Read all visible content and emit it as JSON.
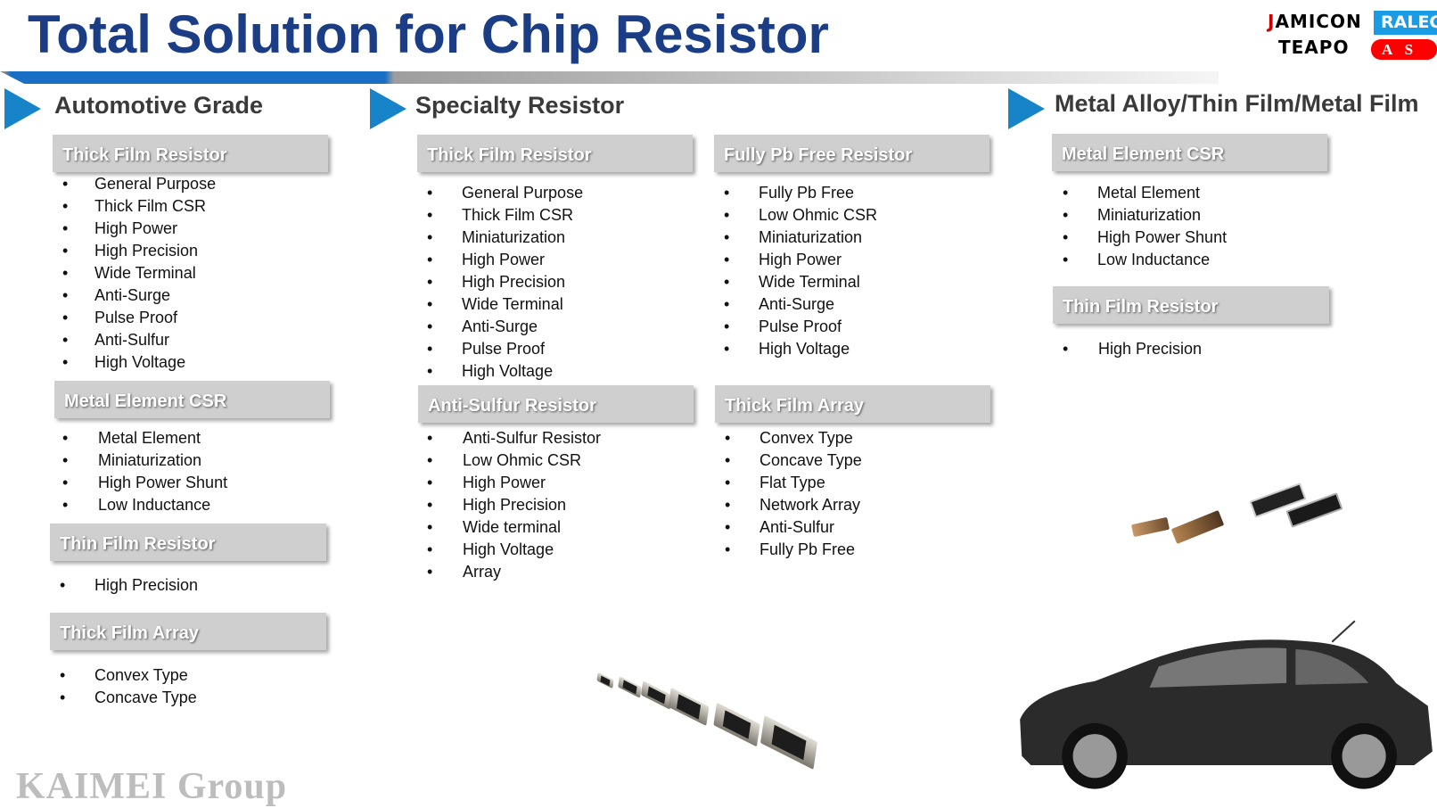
{
  "header": {
    "title": "Total Solution for Chip Resistor",
    "logos": {
      "jamicon": "JAMICON",
      "teapo": "TEAPO",
      "ralec": "RALEC",
      "asj": "A S J"
    },
    "brand_color": "#1b3d86"
  },
  "sections": [
    {
      "title": "Automotive Grade",
      "groups": [
        {
          "header": "Thick Film Resistor",
          "items": [
            "General Purpose",
            "Thick Film CSR",
            "High Power",
            "High Precision",
            "Wide Terminal",
            "Anti-Surge",
            "Pulse Proof",
            "Anti-Sulfur",
            "High Voltage"
          ]
        },
        {
          "header": "Metal Element CSR",
          "items": [
            "Metal Element",
            "Miniaturization",
            "High Power Shunt",
            "Low Inductance"
          ]
        },
        {
          "header": "Thin Film Resistor",
          "items": [
            "High Precision"
          ]
        },
        {
          "header": "Thick Film Array",
          "items": [
            "Convex Type",
            "Concave Type"
          ]
        }
      ]
    },
    {
      "title": "Specialty Resistor",
      "groups": [
        {
          "header": "Thick Film Resistor",
          "items": [
            "General Purpose",
            "Thick Film CSR",
            "Miniaturization",
            "High Power",
            "High Precision",
            "Wide Terminal",
            "Anti-Surge",
            "Pulse Proof",
            "High Voltage"
          ]
        },
        {
          "header": "Anti-Sulfur Resistor",
          "items": [
            "Anti-Sulfur Resistor",
            "Low Ohmic CSR",
            "High Power",
            "High Precision",
            "Wide terminal",
            "High Voltage",
            "Array"
          ]
        },
        {
          "header": "Fully Pb Free Resistor",
          "items": [
            "Fully Pb Free",
            "Low Ohmic CSR",
            "Miniaturization",
            "High Power",
            "Wide Terminal",
            "Anti-Surge",
            "Pulse Proof",
            "High Voltage"
          ]
        },
        {
          "header": "Thick Film Array",
          "items": [
            "Convex Type",
            "Concave Type",
            "Flat Type",
            "Network Array",
            "Anti-Sulfur",
            "Fully Pb Free"
          ]
        }
      ]
    },
    {
      "title": "Metal Alloy/Thin Film/Metal Film",
      "groups": [
        {
          "header": "Metal Element CSR",
          "items": [
            "Metal Element",
            "Miniaturization",
            "High Power Shunt",
            "Low Inductance"
          ]
        },
        {
          "header": "Thin Film Resistor",
          "items": [
            "High Precision"
          ]
        }
      ]
    }
  ],
  "footer": {
    "watermark": "KAIMEI Group"
  },
  "bullet": "•"
}
